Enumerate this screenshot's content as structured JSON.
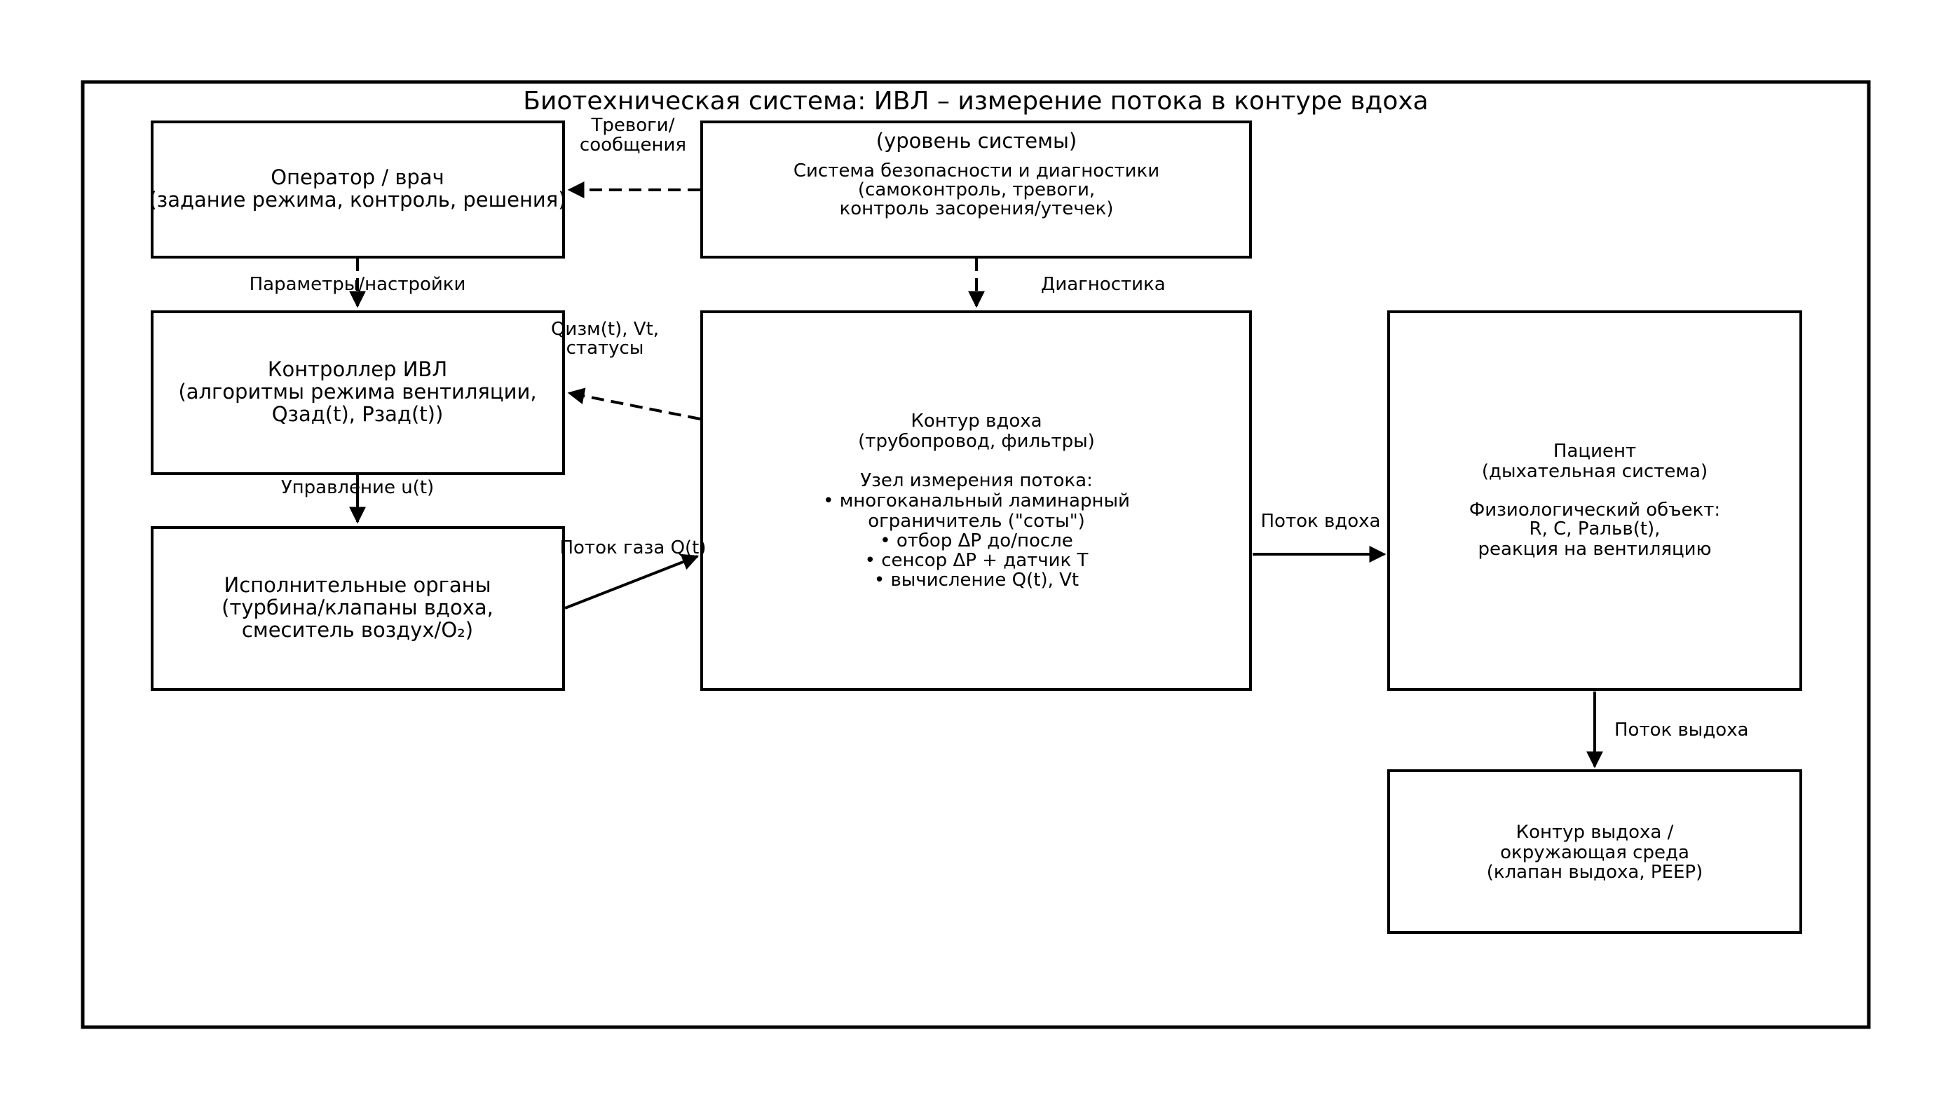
{
  "title": "Биотехническая система: ИВЛ – измерение потока в контуре вдоха",
  "blocks": {
    "operator": [
      "Оператор / врач",
      "(задание режима, контроль, решения)"
    ],
    "controller": [
      "Контроллер ИВЛ",
      "(алгоритмы режима вентиляции,",
      "Qзад(t), Рзад(t))"
    ],
    "actuators": [
      "Исполнительные органы",
      "(турбина/клапаны вдоха,",
      "смеситель воздух/O₂)"
    ],
    "safety_heading": "(уровень системы)",
    "safety": [
      "Система безопасности и диагностики",
      "(самоконтроль, тревоги,",
      "контроль засорения/утечек)"
    ],
    "inspiratory": [
      "Контур вдоха",
      "(трубопровод, фильтры)",
      "",
      "Узел измерения потока:",
      "• многоканальный ламинарный",
      "ограничитель (\"соты\")",
      "• отбор ΔP до/после",
      "• сенсор ΔP + датчик T",
      "• вычисление Q(t), Vt"
    ],
    "patient": [
      "Пациент",
      "(дыхательная система)",
      "",
      "Физиологический объект:",
      "R, C, Ральв(t),",
      "реакция на вентиляцию"
    ],
    "expiratory": [
      "Контур выдоха /",
      "окружающая среда",
      "(клапан выдоха, PEEP)"
    ]
  },
  "links": {
    "alarms": [
      "Тревоги/",
      "сообщения"
    ],
    "parameters": "Параметры/настройки",
    "diagnostics": "Диагностика",
    "measured": [
      "Qизм(t), Vt,",
      "статусы"
    ],
    "control": "Управление u(t)",
    "gas_flow": "Поток газа Q(t)",
    "insp_flow": "Поток вдоха",
    "exp_flow": "Поток выдоха"
  }
}
